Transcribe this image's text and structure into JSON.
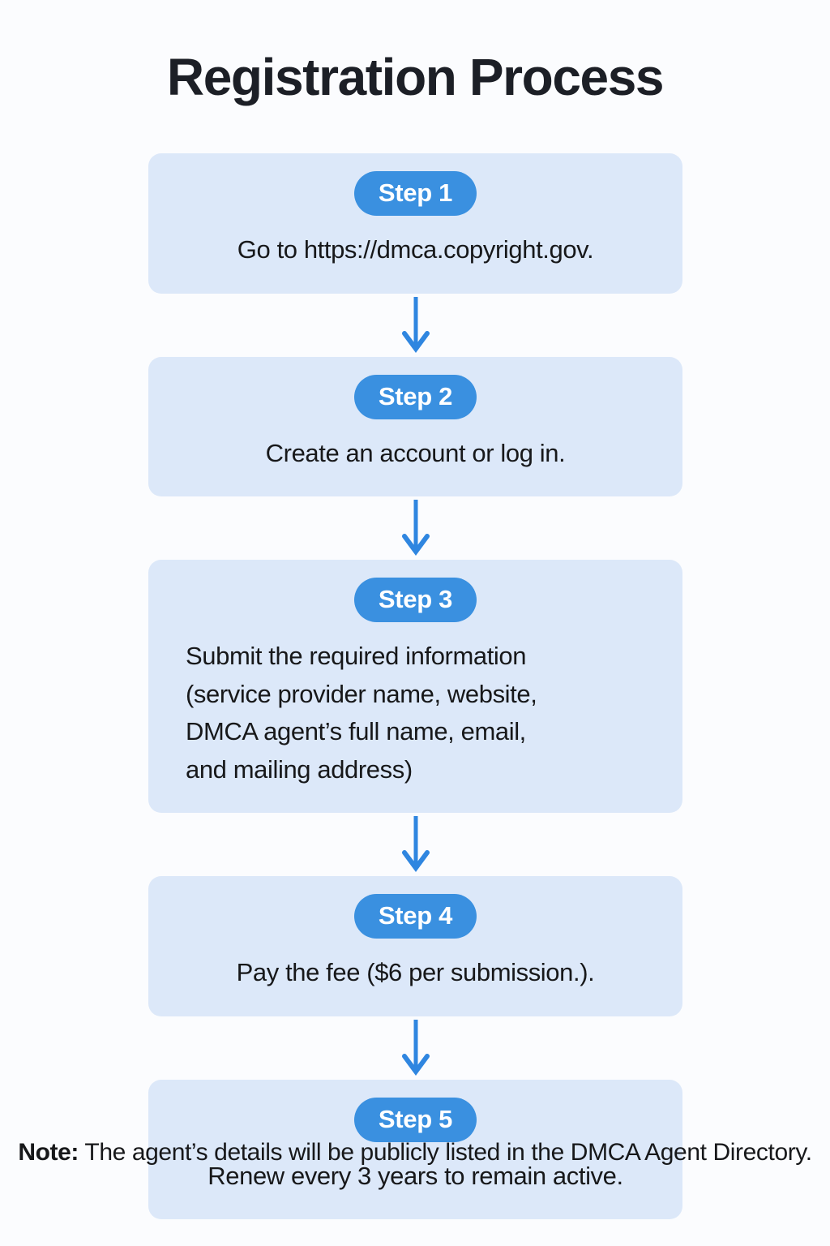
{
  "title": "Registration Process",
  "theme": {
    "page_background": "#fbfcfe",
    "card_background": "#dce8f9",
    "badge_background": "#3a90e0",
    "badge_text": "#ffffff",
    "body_text": "#17181a",
    "title_text": "#1c1f26",
    "arrow_color": "#2f86e0"
  },
  "steps": [
    {
      "badge": "Step 1",
      "text": "Go to https://dmca.copyright.gov.",
      "align": "center"
    },
    {
      "badge": "Step 2",
      "text": "Create an account or log in.",
      "align": "center"
    },
    {
      "badge": "Step 3",
      "text": "Submit the required information\n(service provider name, website,\nDMCA agent’s full name, email,\nand mailing address)",
      "align": "left"
    },
    {
      "badge": "Step 4",
      "text": "Pay the fee ($6 per submission.).",
      "align": "center"
    },
    {
      "badge": "Step 5",
      "text": "Renew every 3 years to remain active.",
      "align": "center"
    }
  ],
  "note": {
    "label": "Note:",
    "text": "The agent’s details will be publicly listed in the DMCA Agent Directory."
  }
}
